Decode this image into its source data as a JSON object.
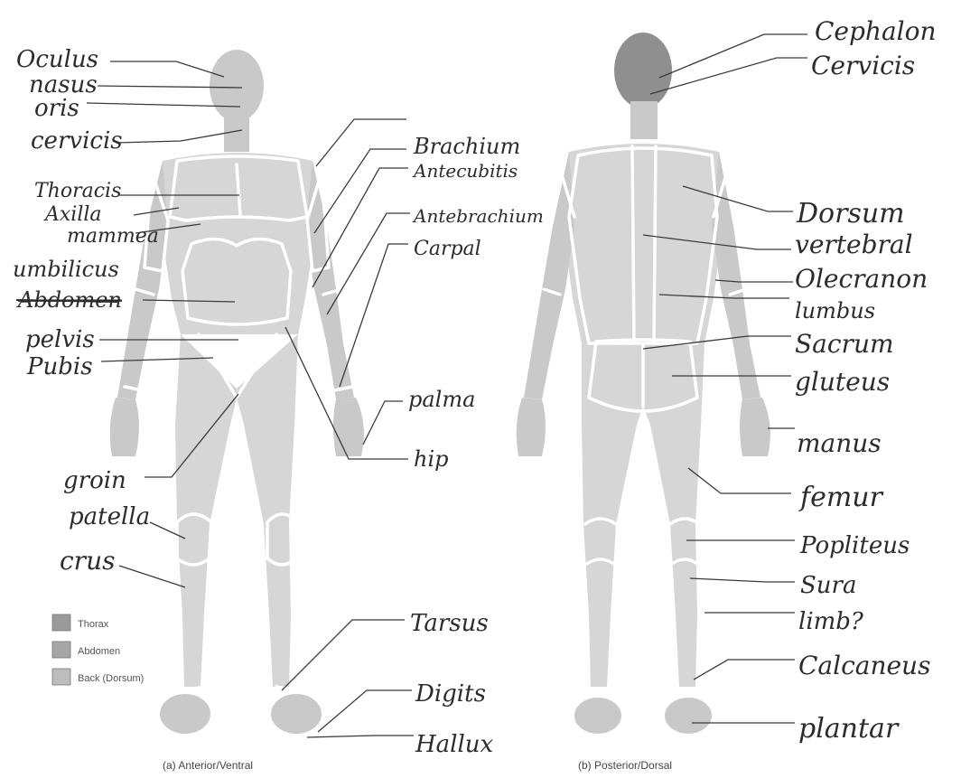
{
  "anterior_labels": {
    "oculus": "Oculus",
    "nasus": "nasus",
    "oris": "oris",
    "cervicis": "cervicis",
    "thoracis": "Thoracis",
    "axilla": "Axilla",
    "mammea": "mammea",
    "umbilicus": "umbilicus",
    "abdomen_crossed": "Abdomen",
    "pelvis": "pelvis",
    "pubis": "Pubis",
    "groin": "groin",
    "patella": "patella",
    "crus": "crus",
    "brachium": "Brachium",
    "antecubitis": "Antecubitis",
    "antebrachium": "Antebrachium",
    "carpal": "Carpal",
    "palma": "palma",
    "hip": "hip",
    "tarsus": "Tarsus",
    "digits": "Digits",
    "hallux": "Hallux"
  },
  "posterior_labels": {
    "cephalon": "Cephalon",
    "cervicis": "Cervicis",
    "dorsum": "Dorsum",
    "vertebral": "vertebral",
    "olecranon": "Olecranon",
    "lumbus": "lumbus",
    "sacrum": "Sacrum",
    "gluteus": "gluteus",
    "manus": "manus",
    "femur": "femur",
    "popliteus": "Popliteus",
    "sura": "Sura",
    "limb": "limb?",
    "calcaneus": "Calcaneus",
    "plantar": "plantar"
  },
  "legend": {
    "items": [
      {
        "label": "Thorax",
        "color": "#9a9a9a"
      },
      {
        "label": "Abdomen",
        "color": "#a6a6a6"
      },
      {
        "label": "Back (Dorsum)",
        "color": "#bdbdbd"
      }
    ]
  },
  "captions": {
    "anterior": "(a) Anterior/Ventral",
    "posterior": "(b) Posterior/Dorsal"
  }
}
